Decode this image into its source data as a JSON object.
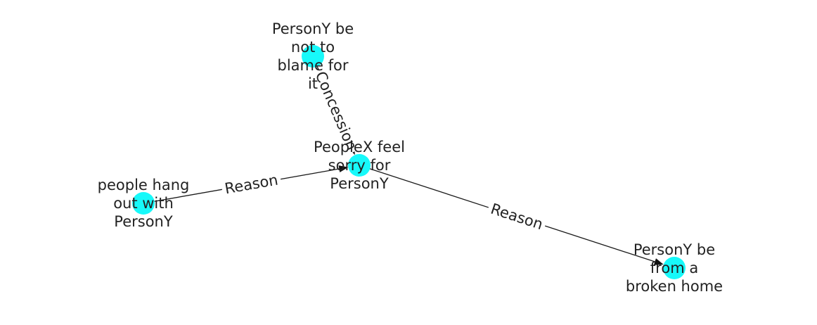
{
  "diagram": {
    "node_color": "#17f9fa",
    "edge_color": "#1a1a1a",
    "nodes": [
      {
        "id": "n_concession_src",
        "lines": [
          "PersonY be",
          "not to",
          "blame for",
          "it"
        ]
      },
      {
        "id": "n_center",
        "lines": [
          "PeopleX feel",
          "sorry for",
          "PersonY"
        ]
      },
      {
        "id": "n_hang_out",
        "lines": [
          "people hang",
          "out with",
          "PersonY"
        ]
      },
      {
        "id": "n_broken_home",
        "lines": [
          "PersonY be",
          "from a",
          "broken home"
        ]
      }
    ],
    "edges": [
      {
        "from": "n_concession_src",
        "to": "n_center",
        "label": "Concession"
      },
      {
        "from": "n_hang_out",
        "to": "n_center",
        "label": "Reason"
      },
      {
        "from": "n_center",
        "to": "n_broken_home",
        "label": "Reason"
      }
    ]
  }
}
